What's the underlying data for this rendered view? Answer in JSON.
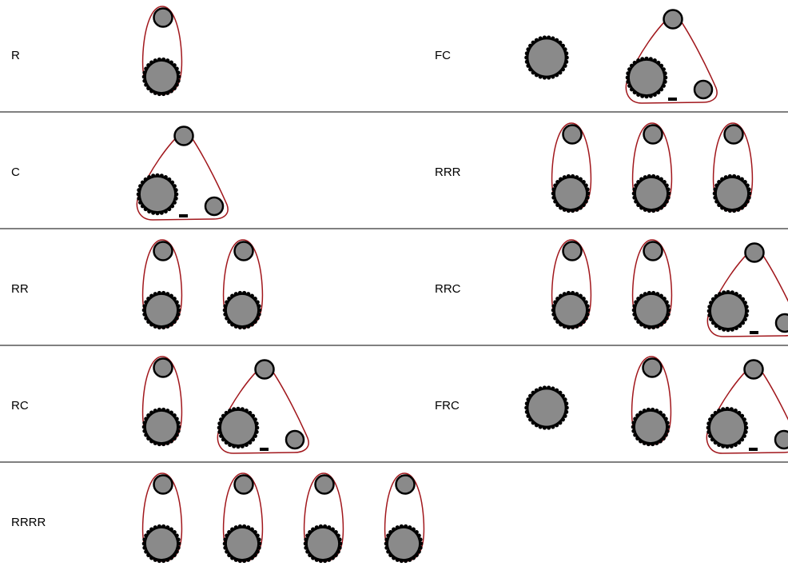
{
  "colors": {
    "belt": "#a1171c",
    "wheel_fill": "#8a8a8a",
    "outline": "#000000"
  },
  "rows": [
    {
      "left": {
        "label": "R",
        "units": [
          "R"
        ]
      },
      "right": {
        "label": "FC",
        "units": [
          "F",
          "C"
        ]
      }
    },
    {
      "left": {
        "label": "C",
        "units": [
          "C"
        ]
      },
      "right": {
        "label": "RRR",
        "units": [
          "R",
          "R",
          "R"
        ]
      }
    },
    {
      "left": {
        "label": "RR",
        "units": [
          "R",
          "R"
        ]
      },
      "right": {
        "label": "RRC",
        "units": [
          "R",
          "R",
          "C"
        ]
      }
    },
    {
      "left": {
        "label": "RC",
        "units": [
          "R",
          "C"
        ]
      },
      "right": {
        "label": "FRC",
        "units": [
          "F",
          "R",
          "C"
        ]
      }
    },
    {
      "left": {
        "label": "RRRR",
        "units": [
          "R",
          "R",
          "R",
          "R"
        ]
      },
      "right": null
    }
  ]
}
